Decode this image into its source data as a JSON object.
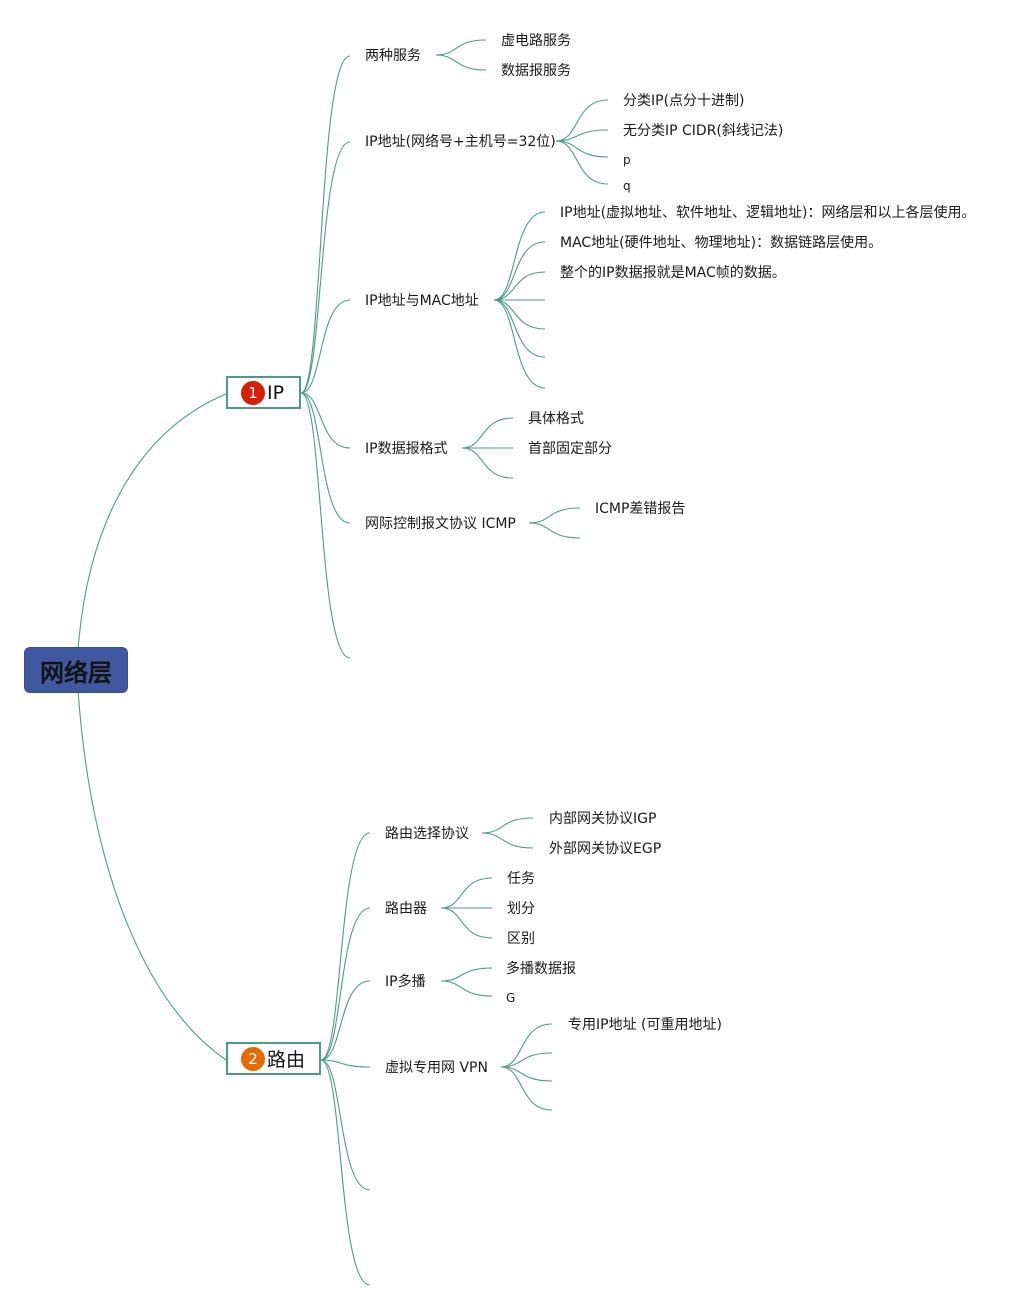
{
  "root": {
    "label": "网络层",
    "color": "#3f58a0"
  },
  "line_color": "#4e9c7f",
  "ip": {
    "badge": "1",
    "badge_color": "#d81e06",
    "label": "IP",
    "two_services": {
      "label": "两种服务",
      "children": [
        "虚电路服务",
        "数据报服务"
      ]
    },
    "ip_address": {
      "label": "IP地址(网络号+主机号=32位)",
      "children": [
        "分类IP(点分十进制)",
        "无分类IP CIDR(斜线记法)",
        "p",
        "q"
      ]
    },
    "ip_mac": {
      "label": "IP地址与MAC地址",
      "children": [
        "IP地址(虚拟地址、软件地址、逻辑地址)：网络层和以上各层使用。",
        "MAC地址(硬件地址、物理地址)：数据链路层使用。",
        "整个的IP数据报就是MAC帧的数据。"
      ]
    },
    "datagram_format": {
      "label": "IP数据报格式",
      "children": [
        "具体格式",
        "首部固定部分"
      ]
    },
    "icmp": {
      "label": "网际控制报文协议 ICMP",
      "children": [
        "ICMP差错报告"
      ]
    }
  },
  "routing": {
    "badge": "2",
    "badge_color": "#e36c09",
    "label": "路由",
    "protocols": {
      "label": "路由选择协议",
      "children": [
        "内部网关协议IGP",
        "外部网关协议EGP"
      ]
    },
    "router": {
      "label": "路由器",
      "children": [
        "任务",
        "划分",
        "区别"
      ]
    },
    "multicast": {
      "label": "IP多播",
      "children": [
        "多播数据报",
        "G"
      ]
    },
    "vpn": {
      "label": "虚拟专用网 VPN",
      "children": [
        "专用IP地址 (可重用地址)"
      ]
    }
  }
}
